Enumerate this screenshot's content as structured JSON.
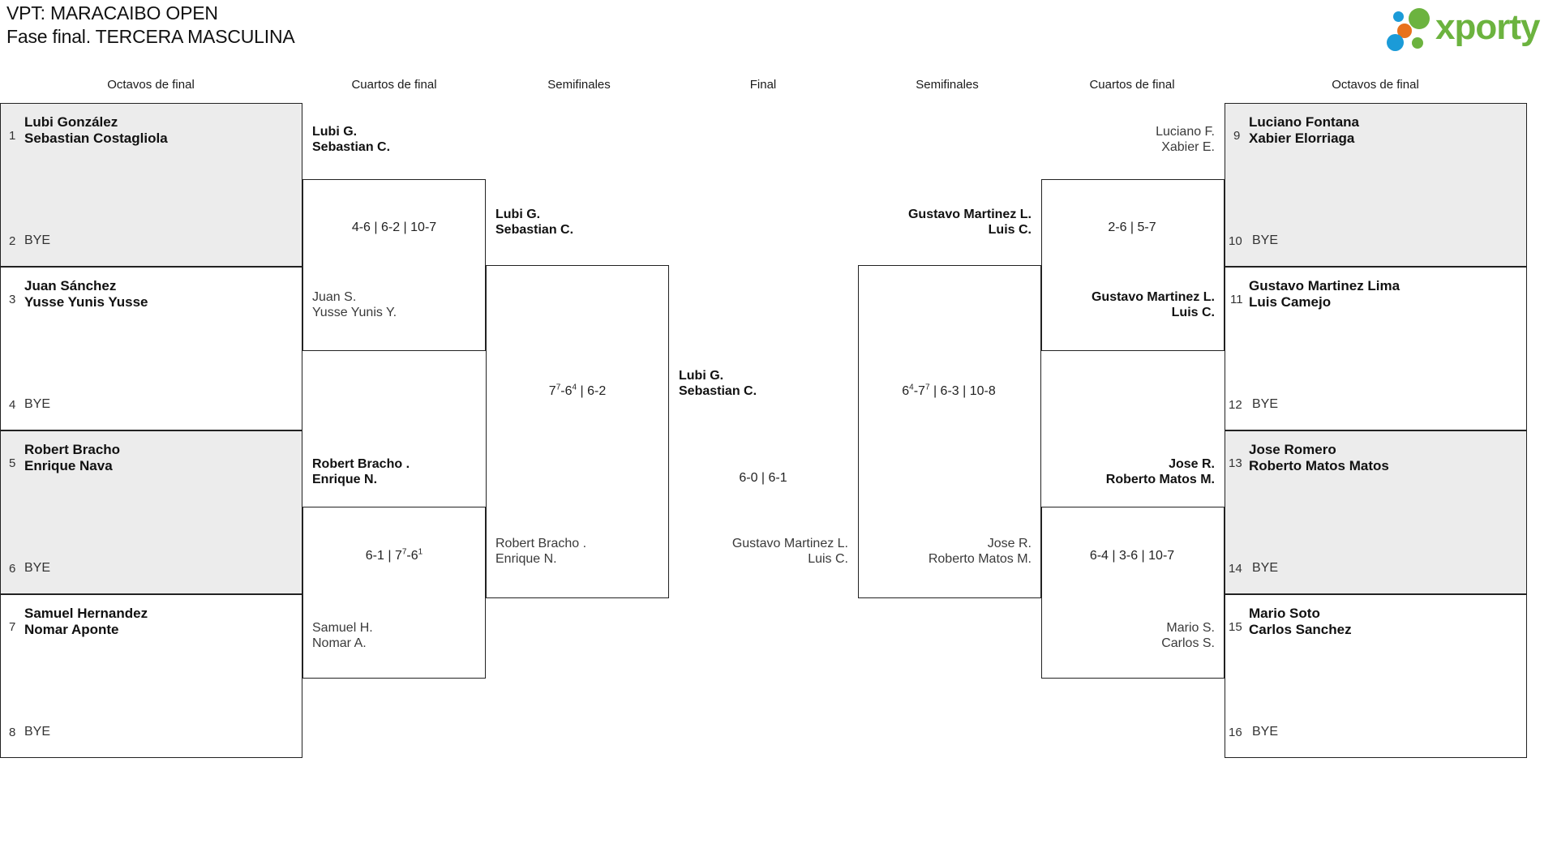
{
  "header": {
    "title_line1": "VPT: MARACAIBO OPEN",
    "title_line2": "Fase final. TERCERA MASCULINA",
    "logo_word": "xporty",
    "logo_colors": {
      "green": "#6cb33f",
      "orange": "#e8721c",
      "blue": "#1b9bd8"
    }
  },
  "round_headers": {
    "left": [
      "Octavos de final",
      "Cuartos de final",
      "Semifinales"
    ],
    "center": "Final",
    "right": [
      "Semifinales",
      "Cuartos de final",
      "Octavos de final"
    ]
  },
  "left": {
    "r16": [
      {
        "seed": "1",
        "p1": "Lubi González",
        "p2": "Sebastian Costagliola",
        "bye_seed": "2",
        "bye": "BYE",
        "shaded": true
      },
      {
        "seed": "3",
        "p1": "Juan Sánchez",
        "p2": "Yusse Yunis Yusse",
        "bye_seed": "4",
        "bye": "BYE",
        "shaded": false
      },
      {
        "seed": "5",
        "p1": "Robert Bracho",
        "p2": "Enrique Nava",
        "bye_seed": "6",
        "bye": "BYE",
        "shaded": true
      },
      {
        "seed": "7",
        "p1": "Samuel Hernandez",
        "p2": "Nomar Aponte",
        "bye_seed": "8",
        "bye": "BYE",
        "shaded": false
      }
    ],
    "qf": [
      {
        "winner_l1": "Lubi G.",
        "winner_l2": "Sebastian C.",
        "loser_l1": "Juan S.",
        "loser_l2": "Yusse Yunis Y.",
        "score": "4-6 | 6-2 | 10-7"
      },
      {
        "winner_l1": "Robert Bracho .",
        "winner_l2": "Enrique N.",
        "loser_l1": "Samuel H.",
        "loser_l2": "Nomar A.",
        "score_pre": "6-1 | 7",
        "score_sup1": "7",
        "score_mid": "-6",
        "score_sup2": "1",
        "score": "6-1 | 7-6"
      }
    ],
    "sf": {
      "winner_l1": "Lubi G.",
      "winner_l2": "Sebastian C.",
      "loser_l1": "Robert Bracho .",
      "loser_l2": "Enrique N.",
      "score_a": "7",
      "score_sup_a": "7",
      "score_b": "-6",
      "score_sup_b": "4",
      "score_c": " | 6-2"
    }
  },
  "center": {
    "final": {
      "winner_l1": "Lubi G.",
      "winner_l2": "Sebastian C.",
      "loser_l1": "Gustavo Martinez L.",
      "loser_l2": "Luis C.",
      "score": "6-0 | 6-1"
    }
  },
  "right": {
    "r16": [
      {
        "seed": "9",
        "p1": "Luciano Fontana",
        "p2": "Xabier Elorriaga",
        "bye_seed": "10",
        "bye": "BYE",
        "shaded": true
      },
      {
        "seed": "11",
        "p1": "Gustavo Martinez Lima",
        "p2": "Luis Camejo",
        "bye_seed": "12",
        "bye": "BYE",
        "shaded": false
      },
      {
        "seed": "13",
        "p1": "Jose Romero",
        "p2": "Roberto Matos Matos",
        "bye_seed": "14",
        "bye": "BYE",
        "shaded": true
      },
      {
        "seed": "15",
        "p1": "Mario Soto",
        "p2": "Carlos Sanchez",
        "bye_seed": "16",
        "bye": "BYE",
        "shaded": false
      }
    ],
    "qf": [
      {
        "loser_l1": "Luciano F.",
        "loser_l2": "Xabier E.",
        "winner_l1": "Gustavo Martinez L.",
        "winner_l2": "Luis C.",
        "score": "2-6 | 5-7"
      },
      {
        "winner_l1": "Jose R.",
        "winner_l2": "Roberto Matos M.",
        "loser_l1": "Mario S.",
        "loser_l2": "Carlos S.",
        "score": "6-4 | 3-6 | 10-7"
      }
    ],
    "sf": {
      "winner_l1": "Gustavo Martinez L.",
      "winner_l2": "Luis C.",
      "loser_l1": "Jose R.",
      "loser_l2": "Roberto Matos M.",
      "score_a": "6",
      "score_sup_a": "4",
      "score_b": "-7",
      "score_sup_b": "7",
      "score_c": " | 6-3 | 10-8"
    }
  }
}
